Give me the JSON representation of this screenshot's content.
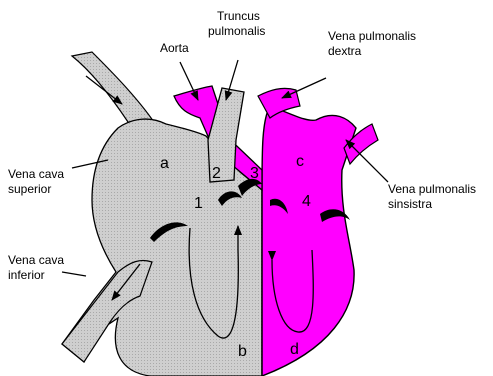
{
  "colors": {
    "deoxygenated": "#c9c9c9",
    "oxygenated": "#ff00ff",
    "outline": "#000000"
  },
  "labels": {
    "truncus_pulmonalis": [
      "Truncus",
      "pulmonalis"
    ],
    "aorta": "Aorta",
    "vena_pulmonalis_dextra": [
      "Vena pulmonalis",
      "dextra"
    ],
    "vena_cava_superior": [
      "Vena cava",
      "superior"
    ],
    "vena_cava_inferior": [
      "Vena cava",
      "inferior"
    ],
    "vena_pulmonalis_sinsistra": [
      "Vena pulmonalis",
      "sinsistra"
    ]
  },
  "chambers": {
    "a": "a",
    "b": "b",
    "c": "c",
    "d": "d"
  },
  "valves": {
    "v1": "1",
    "v2": "2",
    "v3": "3",
    "v4": "4"
  }
}
